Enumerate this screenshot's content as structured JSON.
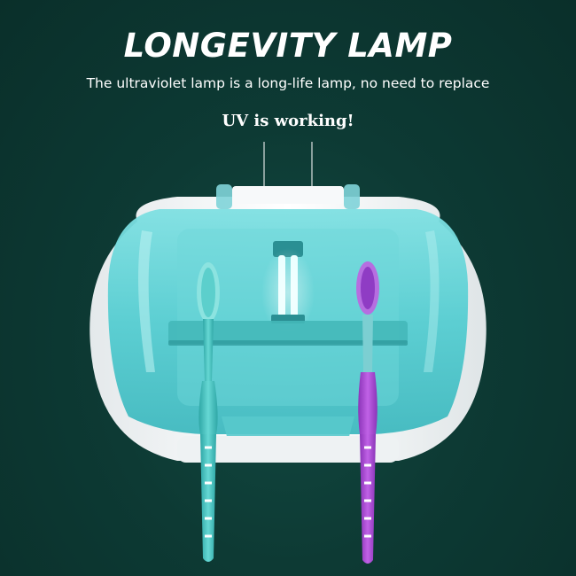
{
  "banner": {
    "headline": "LONGEVITY LAMP",
    "subline": "The ultraviolet lamp is a long-life lamp, no need to replace",
    "uv_label": "UV is working!"
  },
  "colors": {
    "background": "#0d3a34",
    "shell": "#f4f6f7",
    "cover": "#5ed3d6",
    "teal_brush": "#3ec1c0",
    "purple_brush": "#a348cf"
  }
}
